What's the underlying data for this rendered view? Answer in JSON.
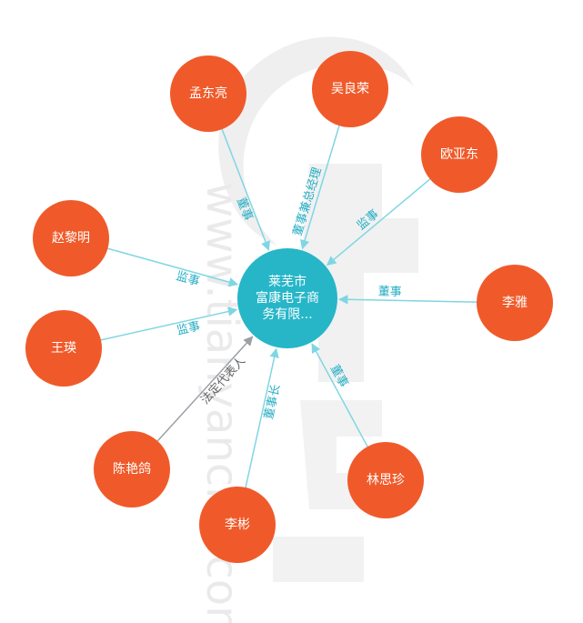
{
  "center": {
    "label_lines": [
      "莱芜市",
      "富康电子商",
      "务有限..."
    ],
    "color": "#27b6c8"
  },
  "people": [
    {
      "name": "孟东亮",
      "relation": "董事"
    },
    {
      "name": "吴良荣",
      "relation": "董事兼总经理"
    },
    {
      "name": "欧亚东",
      "relation": "监事"
    },
    {
      "name": "赵黎明",
      "relation": "监事"
    },
    {
      "name": "李雅",
      "relation": "董事"
    },
    {
      "name": "王瑛",
      "relation": "监事"
    },
    {
      "name": "陈艳鸽",
      "relation": "法定代表人"
    },
    {
      "name": "李彬",
      "relation": "董事长"
    },
    {
      "name": "林思珍",
      "relation": "董事"
    }
  ],
  "watermark": {
    "text": "www.tianyancha.com"
  },
  "colors": {
    "person_node": "#f05a2a",
    "edge": "#7fd6e3",
    "edge_label": "#27aec4",
    "legal_edge": "#9aa0a6",
    "legal_label": "#666666",
    "watermark": "#d6d6d6"
  }
}
